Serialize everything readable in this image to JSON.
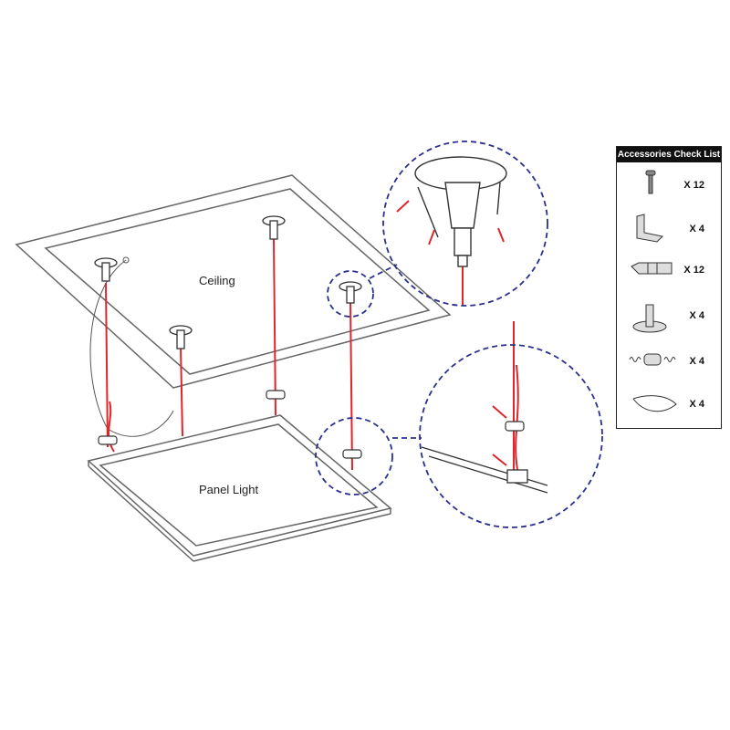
{
  "labels": {
    "ceiling": "Ceiling",
    "panel_light": "Panel Light"
  },
  "colors": {
    "wire": "#e0262b",
    "callout": "#2b2f8f",
    "outline": "#555555"
  },
  "checklist": {
    "title": "Accessories Check List",
    "items": [
      {
        "icon": "screw-icon",
        "qty": "X 12"
      },
      {
        "icon": "angle-bracket-icon",
        "qty": "X 4"
      },
      {
        "icon": "wall-anchor-icon",
        "qty": "X 12"
      },
      {
        "icon": "ceiling-mount-icon",
        "qty": "X 4"
      },
      {
        "icon": "cable-gripper-icon",
        "qty": "X 4"
      },
      {
        "icon": "steel-cable-icon",
        "qty": "X 4"
      }
    ]
  }
}
